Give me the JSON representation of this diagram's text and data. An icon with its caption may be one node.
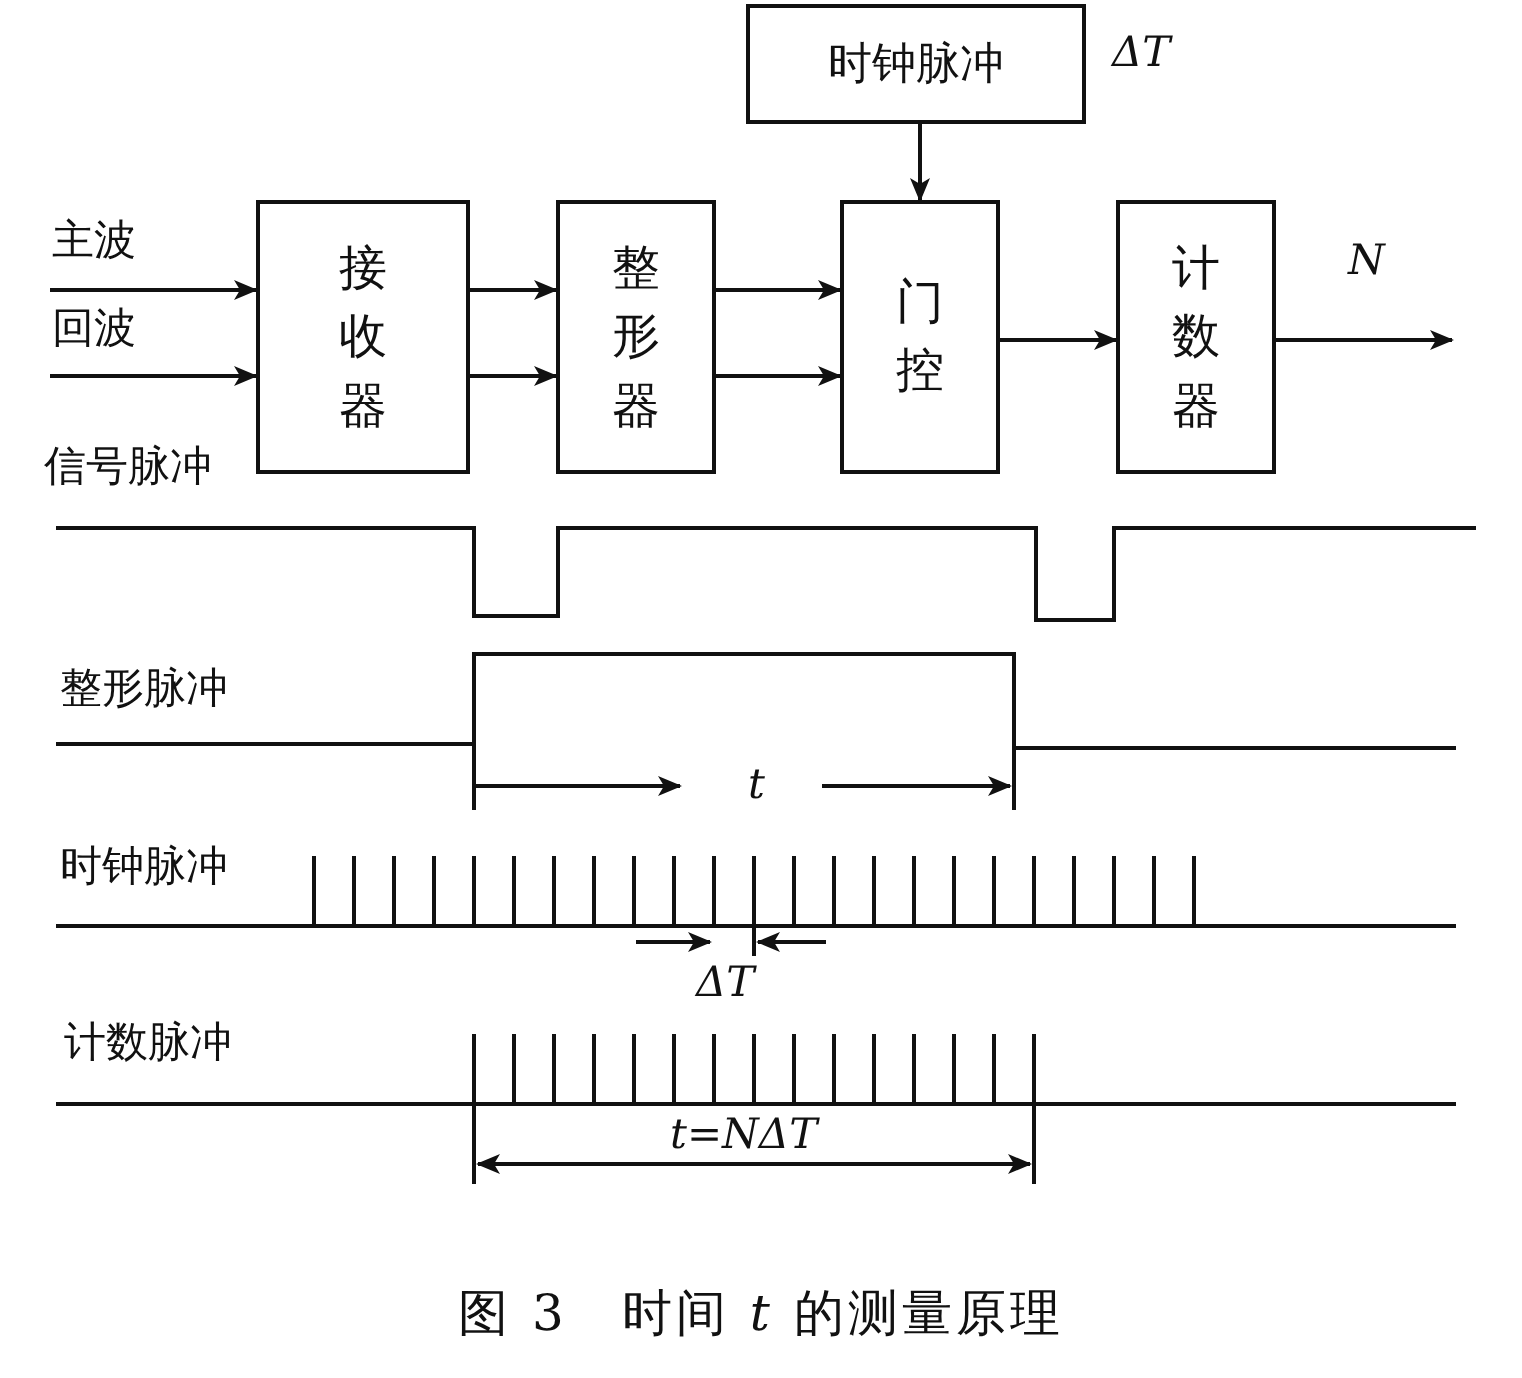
{
  "diagram": {
    "caption": "图 3　时间 *t* 的测量原理",
    "nodes": [
      {
        "text": [
          "时钟脉冲"
        ],
        "beside": [
          "ΔT"
        ]
      },
      {
        "text": [
          "接收器"
        ]
      },
      {
        "text": [
          "整形器"
        ]
      },
      {
        "text": [
          "门控"
        ]
      },
      {
        "text": [
          "计数器"
        ]
      }
    ],
    "edges": [
      {
        "from": null,
        "to": 1,
        "arrow": "to",
        "label": "主波"
      },
      {
        "from": null,
        "to": 1,
        "arrow": "to",
        "label": "回波"
      },
      {
        "from": 1,
        "to": 2,
        "arrow": "to"
      },
      {
        "from": 1,
        "to": 2,
        "arrow": "to"
      },
      {
        "from": 2,
        "to": 3,
        "arrow": "to"
      },
      {
        "from": 2,
        "to": 3,
        "arrow": "to"
      },
      {
        "from": 0,
        "to": 3,
        "arrow": "to"
      },
      {
        "from": 3,
        "to": 4,
        "arrow": "to"
      },
      {
        "from": 4,
        "to": null,
        "arrow": "to",
        "label": "N"
      }
    ],
    "labels": [
      "信号脉冲",
      "整形脉冲",
      "t",
      "时钟脉冲",
      "ΔT",
      "计数脉冲",
      "t=NΔT"
    ]
  }
}
